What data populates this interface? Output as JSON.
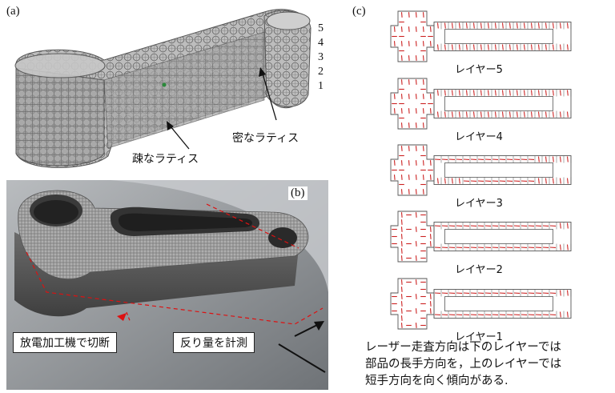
{
  "panels": {
    "a": {
      "label": "(a)",
      "layer_numbers": [
        "5",
        "4",
        "3",
        "2",
        "1"
      ],
      "labels": {
        "dense": "密なラティス",
        "sparse": "疎なラティス"
      }
    },
    "b": {
      "label": "(b)",
      "labels": {
        "edm_cut": "放電加工機で切断",
        "measure_warp": "反り量を計測"
      }
    },
    "c": {
      "label": "(c)",
      "layers": [
        {
          "title": "レイヤー5",
          "level": 5,
          "tendency": "short"
        },
        {
          "title": "レイヤー4",
          "level": 4,
          "tendency": "short"
        },
        {
          "title": "レイヤー3",
          "level": 3,
          "tendency": "mixed"
        },
        {
          "title": "レイヤー2",
          "level": 2,
          "tendency": "long"
        },
        {
          "title": "レイヤー1",
          "level": 1,
          "tendency": "long"
        }
      ],
      "caption_lines": [
        "レーザー走査方向は下のレイヤーでは",
        "部品の長手方向を，上のレイヤーでは",
        "短手方向を向く傾向がある."
      ]
    }
  },
  "colors": {
    "scan_line": "#cc2222",
    "grid": "#555555",
    "part_gray": "#9a9a9a"
  }
}
